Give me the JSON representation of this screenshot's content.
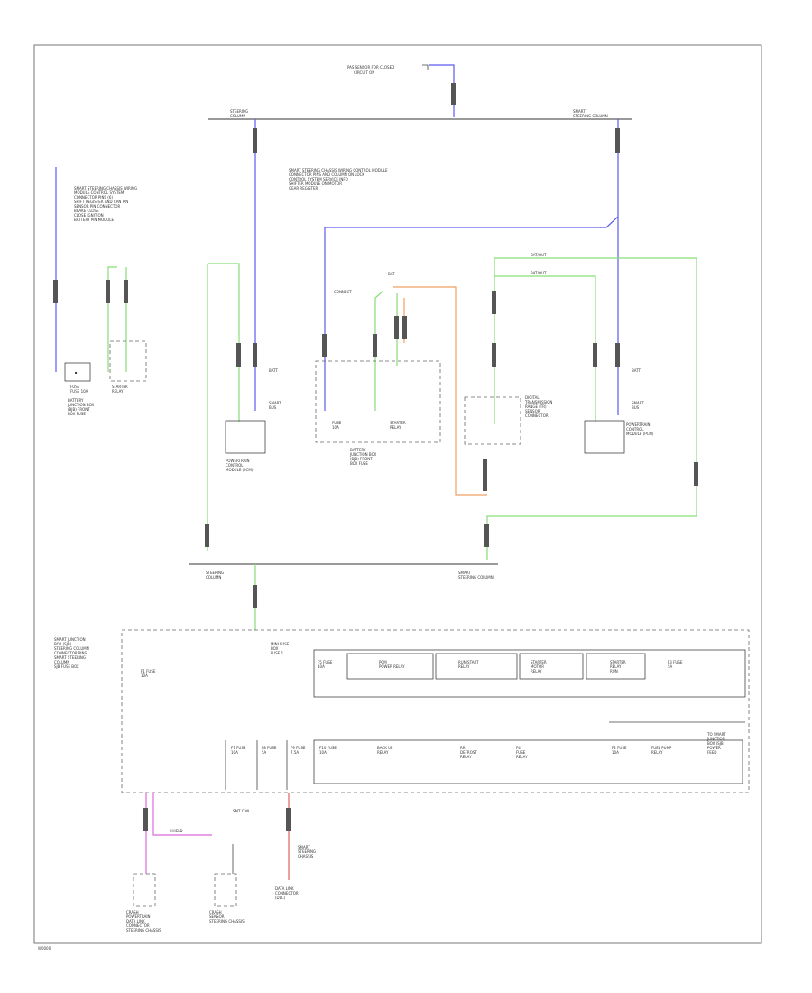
{
  "diagram": {
    "frame_label": "W0000",
    "top_splice": {
      "label_1": "PAS SENSOR FOR CLOSED",
      "label_2": "CIRCUIT ON"
    },
    "left_bus_label": "STEERING\nCOLUMN",
    "right_bus_label": "SMART\nSTEERING COLUMN",
    "upper_note_center": "SMART STEERING CHASSIS WIRING CONTROL MODULE\nCONNECTOR PINS AND COLUMN ON LOCK\nCONTROL SYSTEM SERVICE INFO\nSHIFTER MODULE ON MOTOR\nGEAR REGISTER",
    "upper_note_left": "SMART STEERING CHASSIS WIRING\nMODULE CONTROL SYSTEM\nCONNECTOR PINS (6)\nSHIFT REGISTER AND CAN PIN\nSENSOR PIN CONNECTOR\nBRAKE CLOSE\nCLOSE IGNITION\nBATTERY PIN MODULE",
    "components": {
      "left_fuse": {
        "label": "FUSE\nFUSE 10A"
      },
      "left_relay": {
        "label": "STARTER\nRELAY"
      },
      "left_module_caption": "BATTERY\nJUNCTION BOX\n(BJB) FRONT\nBOX FUSE",
      "center_left_module": {
        "caption": "POWERTRAIN\nCONTROL\nMODULE (PCM)"
      },
      "center_fuse": {
        "label": "FUSE\n10A"
      },
      "center_relay": {
        "label": "STARTER\nRELAY"
      },
      "center_caption": "BATTERY\nJUNCTION BOX\n(BJB) FRONT\nBOX FUSE",
      "trans_switch": {
        "label": "DIGITAL\nTRANSMISSION\nRANGE (TR)\nSENSOR\nCONNECTOR"
      },
      "right_module": {
        "caption": "POWERTRAIN\nCONTROL\nMODULE (PCM)"
      },
      "right_label_ip": "BATT",
      "right_label_bus": "SMART\nBUS",
      "mid_label_a": "SMART\nBUS",
      "mid_label_b": "BATT"
    },
    "lower_bus_left": "STEERING\nCOLUMN",
    "lower_bus_right": "SMART\nSTEERING COLUMN",
    "bjb": {
      "title_left": "SMART JUNCTION\nBOX (SJB)\nSTEERING COLUMN\nCONNECTOR PINS\nSMART STEERING\nCOLUMN\nSJB FUSE BOX",
      "fuse_main": "F1 FUSE\n10A",
      "fuse_top_label": "MINI FUSE\nBOX\nFUSE 1",
      "upper_relays": [
        {
          "label": "F5 FUSE\n10A"
        },
        {
          "label": "PCM\nPOWER RELAY"
        },
        {
          "label": "RUN/START\nRELAY"
        },
        {
          "label": "STARTER\nMOTOR\nRELAY"
        },
        {
          "label": "STARTER\nRELAY\nRUN"
        },
        {
          "label": "F3 FUSE\n5A"
        }
      ],
      "lower_fuses": [
        {
          "label": "F7 FUSE\n10A"
        },
        {
          "label": "F8 FUSE\n5A"
        },
        {
          "label": "F9 FUSE\n7.5A"
        },
        {
          "label": "F10 FUSE\n10A"
        },
        {
          "label": "BACK UP\nRELAY"
        },
        {
          "label": "RR\nDEFROST\nRELAY"
        },
        {
          "label": "F4\nFUSE\nRELAY"
        },
        {
          "label": "F2 FUSE\n10A"
        },
        {
          "label": "FUEL PUMP\nRELAY"
        }
      ],
      "right_note": "TO SMART\nJUNCTION\nBOX (SJB)\nPOWER\nFEED",
      "bottom_label": "SMT CAN",
      "shield_label": "SHIELD"
    },
    "bottom_components": {
      "left": {
        "caption": "CRASH\nPOWERTRAIN\nDATA LINK\nCONNECTOR\nSTEERING CHASSIS"
      },
      "mid": {
        "caption": "CRASH\nSENSOR\nSTEERING CHASSIS"
      },
      "right_note": "SMART\nSTEERING\nCHASSIS",
      "right_caption": "DATA LINK\nCONNECTOR\n(DLC)"
    }
  }
}
